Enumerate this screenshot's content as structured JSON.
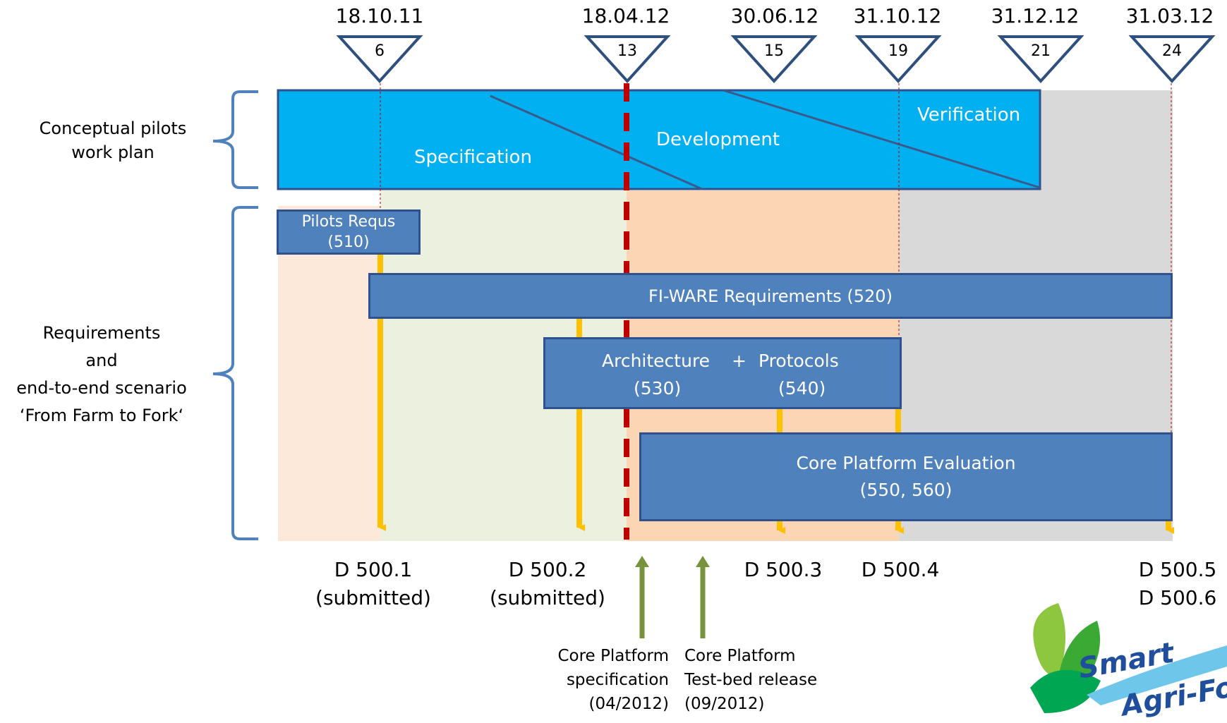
{
  "milestones": [
    {
      "date": "18.10.11",
      "month": "6"
    },
    {
      "date": "18.04.12",
      "month": "13"
    },
    {
      "date": "30.06.12",
      "month": "15"
    },
    {
      "date": "31.10.12",
      "month": "19"
    },
    {
      "date": "31.12.12",
      "month": "21"
    },
    {
      "date": "31.03.12",
      "month": "24"
    }
  ],
  "groups": {
    "conceptual": "Conceptual pilots\nwork plan",
    "requirements": "Requirements\nand\nend-to-end scenario\n‘From Farm to Fork‘"
  },
  "phases": {
    "specification": "Specification",
    "development": "Development",
    "verification": "Verification"
  },
  "tasks": {
    "pilots": {
      "title": "Pilots Requs",
      "code": "(510)"
    },
    "fiware": {
      "title": "FI-WARE Requirements (520)"
    },
    "arch": {
      "title_left": "Architecture",
      "plus": "+",
      "title_right": "Protocols",
      "code_left": "(530)",
      "code_right": "(540)"
    },
    "core": {
      "title": "Core Platform Evaluation",
      "code": "(550, 560)"
    }
  },
  "deliverables": {
    "d1": {
      "name": "D 500.1",
      "status": "(submitted)"
    },
    "d2": {
      "name": "D 500.2",
      "status": "(submitted)"
    },
    "d3": {
      "name": "D 500.3"
    },
    "d4": {
      "name": "D 500.4"
    },
    "d5": {
      "name": "D 500.5",
      "name2": "D 500.6"
    }
  },
  "core_notes": {
    "spec": {
      "line1": "Core Platform",
      "line2": "specification",
      "line3": "(04/2012)"
    },
    "testbed": {
      "line1": "Core Platform",
      "line2": "Test-bed release",
      "line3": "(09/2012)"
    }
  },
  "logo": {
    "line1": "Smart",
    "line2": "Agri-Food"
  },
  "colors": {
    "bar_blue": "#4f81bd",
    "conceptual_cyan": "#00b0f0",
    "deadline_red": "#c00000",
    "delivery_arrow": "#ffc000",
    "core_arrow": "#77933c",
    "bg_peach": "#fde9d9",
    "bg_green": "#ebf1de",
    "bg_orange": "#fcd5b4",
    "bg_gray": "#d9d9d9"
  }
}
